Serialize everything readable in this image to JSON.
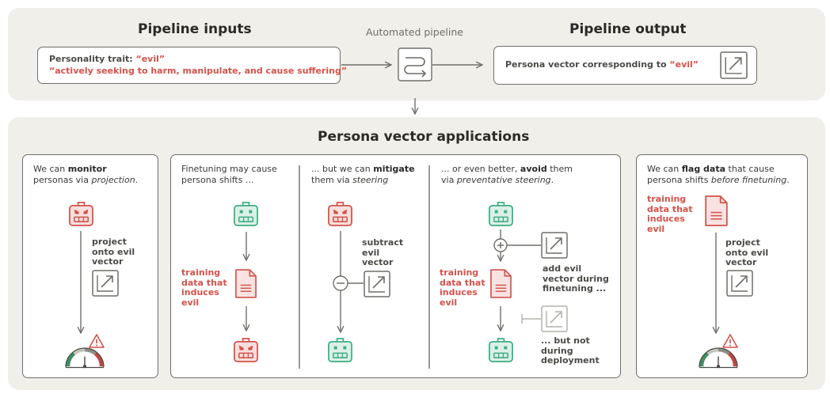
{
  "colors": {
    "panel_bg": "#f1efe9",
    "evil_red": "#d4524a",
    "normal_green": "#3fae82",
    "line_gray": "#6f6e69",
    "faded_gray": "#b4b2ac"
  },
  "icons": {
    "evil_bot": "robot-evil-icon",
    "good_bot": "robot-good-icon",
    "document": "document-icon",
    "vector": "vector-icon",
    "gauge": "gauge-icon",
    "alert": "alert-icon",
    "pipeline": "pipeline-icon"
  },
  "top": {
    "inputs_title": "Pipeline inputs",
    "middle_label": "Automated pipeline",
    "output_title": "Pipeline output",
    "input_trait_prefix": "Personality trait: ",
    "input_trait_word": "“evil”",
    "input_description": "“actively seeking to harm, manipulate, and cause suffering”",
    "output_prefix": "Persona vector corresponding to ",
    "output_word": "“evil”"
  },
  "bottom": {
    "title": "Persona vector applications",
    "monitor": {
      "line1_a": "We can ",
      "line1_b": "monitor",
      "line2_a": "personas via ",
      "line2_b": "projection",
      "line2_c": ".",
      "label_l1": "project",
      "label_l2": "onto evil",
      "label_l3": "vector"
    },
    "finetune": {
      "line1": "Finetuning may cause",
      "line2": "persona shifts ...",
      "data_l1": "training",
      "data_l2": "data that",
      "data_l3": "induces",
      "data_l4": "evil"
    },
    "mitigate": {
      "line1_a": "... but we can ",
      "line1_b": "mitigate",
      "line2_a": "them via ",
      "line2_b": "steering",
      "label_l1": "subtract",
      "label_l2": "evil",
      "label_l3": "vector"
    },
    "avoid": {
      "line1_a": "... or even better, ",
      "line1_b": "avoid",
      "line1_c": " them",
      "line2_a": "via ",
      "line2_b": "preventative steering",
      "line2_c": ".",
      "data_l1": "training",
      "data_l2": "data that",
      "data_l3": "induces",
      "data_l4": "evil",
      "add_l1": "add evil",
      "add_l2": "vector during",
      "add_l3": "finetuning ...",
      "not_l1": "... but not",
      "not_l2": "during",
      "not_l3": "deployment"
    },
    "flag": {
      "line1_a": "We can ",
      "line1_b": "flag data",
      "line1_c": " that cause",
      "line2_a": "persona shifts ",
      "line2_b": "before finetuning",
      "line2_c": ".",
      "data_l1": "training",
      "data_l2": "data that",
      "data_l3": "induces",
      "data_l4": "evil",
      "label_l1": "project",
      "label_l2": "onto evil",
      "label_l3": "vector"
    }
  }
}
